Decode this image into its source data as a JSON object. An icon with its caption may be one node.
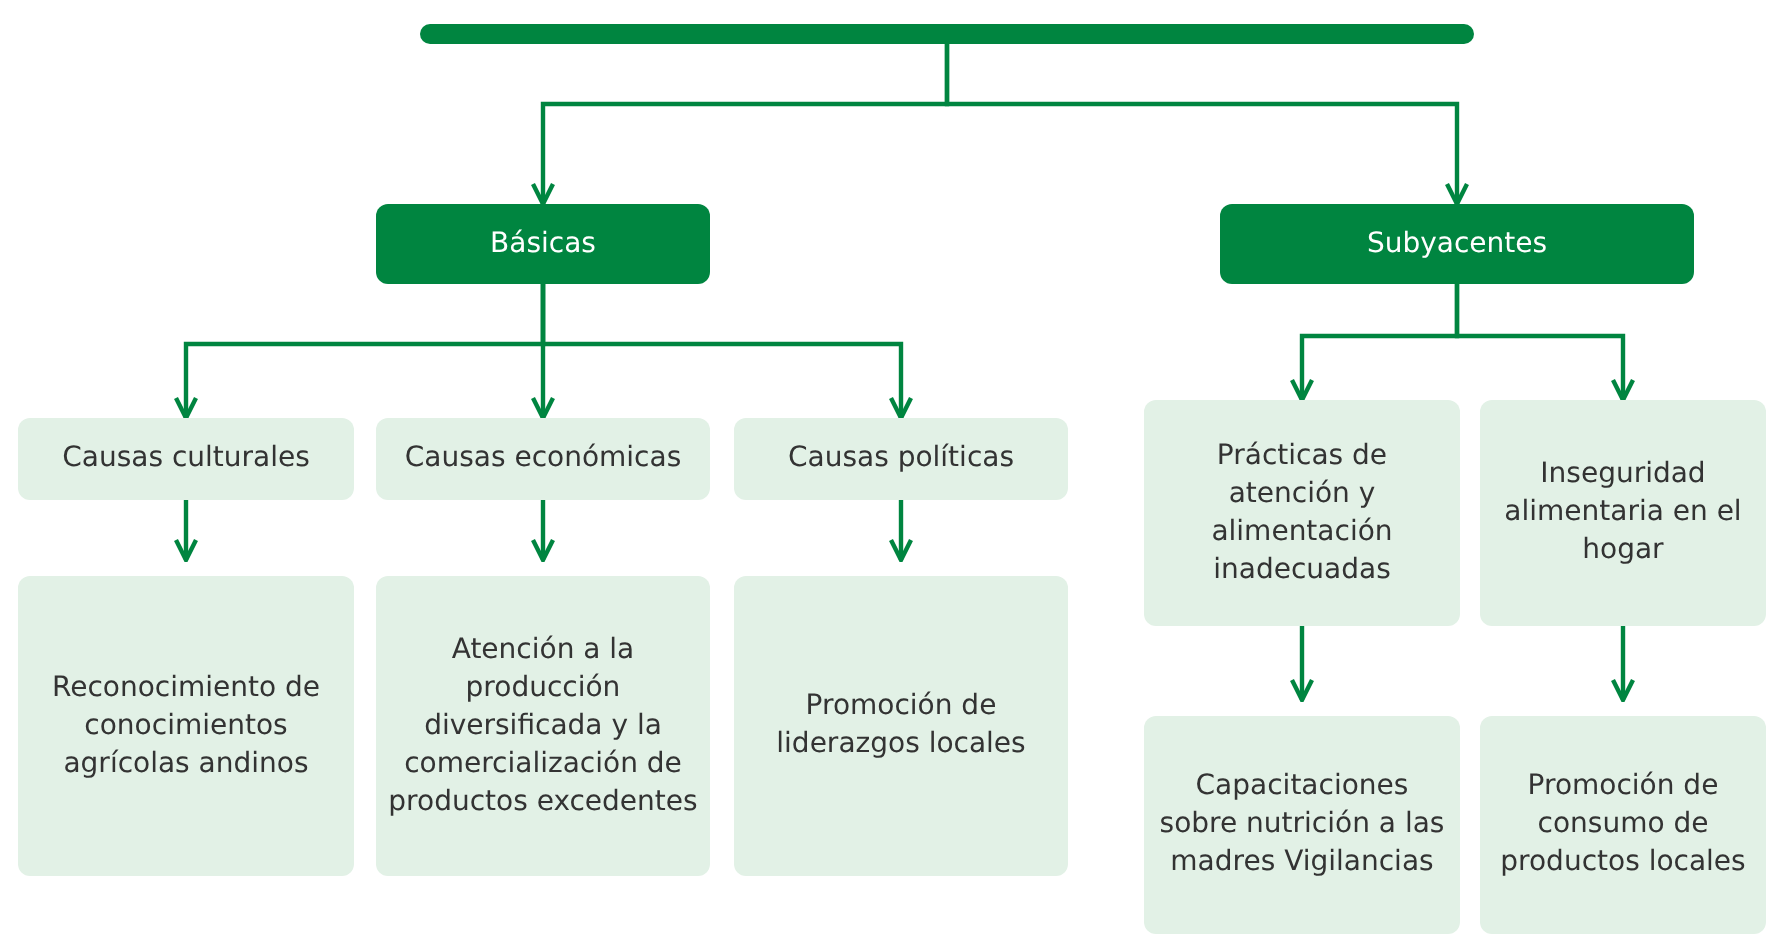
{
  "diagram": {
    "nodes": [
      {
        "text": [],
        "shape": "bar"
      },
      {
        "text": [
          "Básicas"
        ]
      },
      {
        "text": [
          "Subyacentes"
        ]
      },
      {
        "text": [
          "Causas culturales"
        ]
      },
      {
        "text": [
          "Causas económicas"
        ]
      },
      {
        "text": [
          "Causas políticas"
        ]
      },
      {
        "text": [
          "Prácticas de atención y alimentación inadecuadas"
        ]
      },
      {
        "text": [
          "Inseguridad alimentaria en el hogar"
        ]
      },
      {
        "text": [
          "Reconocimiento de conocimientos agrícolas andinos"
        ]
      },
      {
        "text": [
          "Atención a la producción diversificada y la comercialización de productos excedentes"
        ]
      },
      {
        "text": [
          "Promoción de liderazgos locales"
        ]
      },
      {
        "text": [
          "Capacitaciones sobre nutrición a las madres Vigilancias"
        ]
      },
      {
        "text": [
          "Promoción de consumo de productos locales"
        ]
      }
    ],
    "edges": [
      {
        "from": 0,
        "to": 1,
        "arrow": "to"
      },
      {
        "from": 0,
        "to": 2,
        "arrow": "to"
      },
      {
        "from": 1,
        "to": 3,
        "arrow": "to"
      },
      {
        "from": 1,
        "to": 4,
        "arrow": "to"
      },
      {
        "from": 1,
        "to": 5,
        "arrow": "to"
      },
      {
        "from": 2,
        "to": 6,
        "arrow": "to"
      },
      {
        "from": 2,
        "to": 7,
        "arrow": "to"
      },
      {
        "from": 3,
        "to": 8,
        "arrow": "to"
      },
      {
        "from": 4,
        "to": 9,
        "arrow": "to"
      },
      {
        "from": 5,
        "to": 10,
        "arrow": "to"
      },
      {
        "from": 6,
        "to": 11,
        "arrow": "to"
      },
      {
        "from": 7,
        "to": 12,
        "arrow": "to"
      }
    ]
  }
}
